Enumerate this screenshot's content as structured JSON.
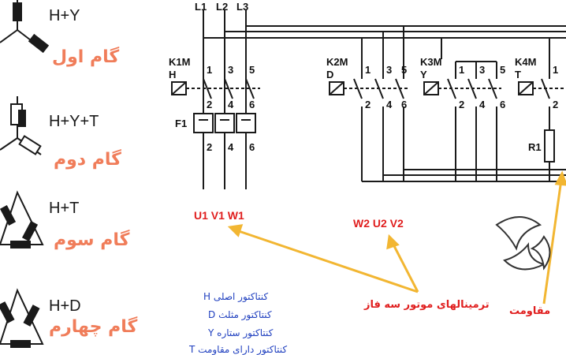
{
  "left_panel": {
    "configs": [
      {
        "label": "H+Y",
        "step": "گام اول"
      },
      {
        "label": "H+Y+T",
        "step": "گام دوم"
      },
      {
        "label": "H+T",
        "step": "گام سوم"
      },
      {
        "label": "H+D",
        "step": "گام چهارم"
      }
    ]
  },
  "circuit": {
    "lines": [
      "L1",
      "L2",
      "L3"
    ],
    "contactors": [
      {
        "name": "K1M",
        "role": "H"
      },
      {
        "name": "K2M",
        "role": "D"
      },
      {
        "name": "K3M",
        "role": "Y"
      },
      {
        "name": "K4M",
        "role": "T"
      }
    ],
    "terminal_top": [
      "1",
      "3",
      "5"
    ],
    "terminal_bottom": [
      "2",
      "4",
      "6"
    ],
    "fuse_label": "F1",
    "resistor_label": "R1",
    "motor_terminals_1": "U1 V1 W1",
    "motor_terminals_2": "W2 U2 V2"
  },
  "annotations": {
    "motor_terminals_note": "ترمینالهای موتور سه فاز",
    "resistor_note": "مقاومت",
    "legend": [
      "کنتاکتور اصلی H",
      "کنتاکتور مثلث D",
      "کنتاکتور ستاره Y",
      "کنتاکتور دارای مقاومت T"
    ]
  },
  "colors": {
    "step_text": "#f07d5a",
    "terminal_text": "#e01e1e",
    "legend_text": "#1f3fbf",
    "arrow": "#f2b632",
    "wire": "#1a1a1a"
  }
}
